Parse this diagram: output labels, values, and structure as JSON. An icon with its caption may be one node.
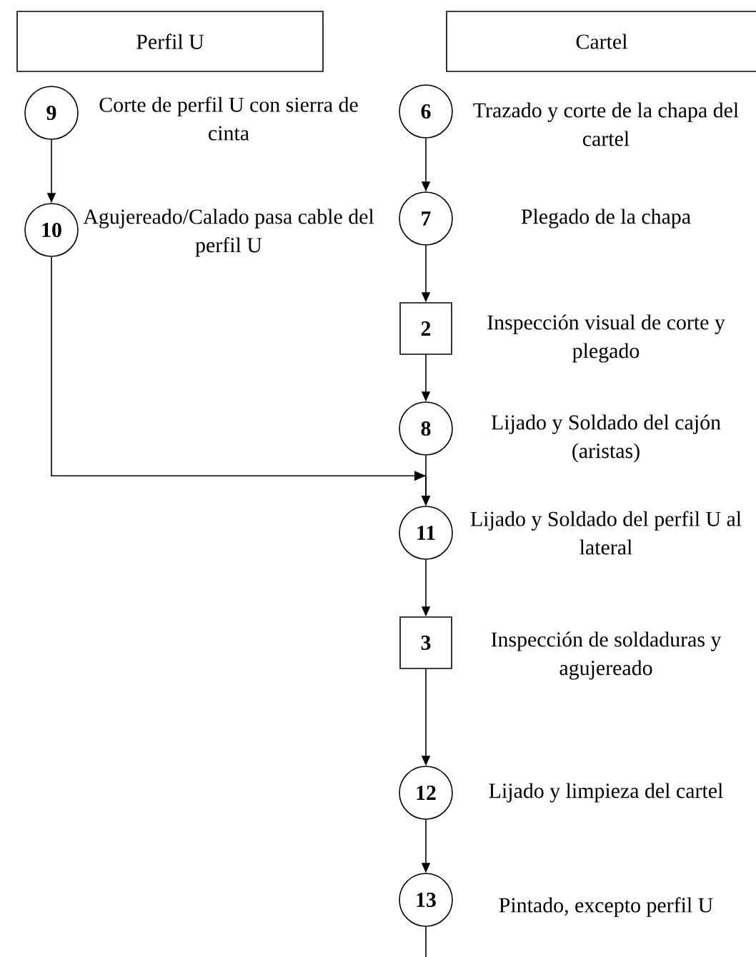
{
  "diagram": {
    "nodes": [
      {
        "text": [
          "Perfil U"
        ]
      },
      {
        "text": [
          "Cartel"
        ]
      },
      {
        "text": [
          "9"
        ],
        "beside": [
          "Corte de perfil U con sierra de cinta"
        ]
      },
      {
        "text": [
          "10"
        ],
        "beside": [
          "Agujereado/Calado pasa cable del perfil U"
        ]
      },
      {
        "text": [
          "6"
        ],
        "beside": [
          "Trazado y corte de la chapa del cartel"
        ]
      },
      {
        "text": [
          "7"
        ],
        "beside": [
          "Plegado de la chapa"
        ]
      },
      {
        "text": [
          "2"
        ],
        "beside": [
          "Inspección visual de corte y plegado"
        ]
      },
      {
        "text": [
          "8"
        ],
        "beside": [
          "Lijado y Soldado del cajón (aristas)"
        ]
      },
      {
        "text": [
          "11"
        ],
        "beside": [
          "Lijado y Soldado del perfil U al lateral"
        ]
      },
      {
        "text": [
          "3"
        ],
        "beside": [
          "Inspección de soldaduras y agujereado"
        ]
      },
      {
        "text": [
          "12"
        ],
        "beside": [
          "Lijado y limpieza del cartel"
        ]
      },
      {
        "text": [
          "13"
        ],
        "beside": [
          "Pintado, excepto perfil U"
        ]
      }
    ],
    "edges": [
      {
        "from": 2,
        "to": 3,
        "arrow": "to"
      },
      {
        "from": 4,
        "to": 5,
        "arrow": "to"
      },
      {
        "from": 5,
        "to": 6,
        "arrow": "to"
      },
      {
        "from": 6,
        "to": 7,
        "arrow": "to"
      },
      {
        "from": 7,
        "to": 8,
        "arrow": "to"
      },
      {
        "from": 3,
        "to": 8,
        "arrow": "to"
      },
      {
        "from": 8,
        "to": 9,
        "arrow": "to"
      },
      {
        "from": 9,
        "to": 10,
        "arrow": "to"
      },
      {
        "from": 10,
        "to": 11,
        "arrow": "to"
      },
      {
        "from": 11,
        "to": null,
        "arrow": "none"
      }
    ]
  }
}
